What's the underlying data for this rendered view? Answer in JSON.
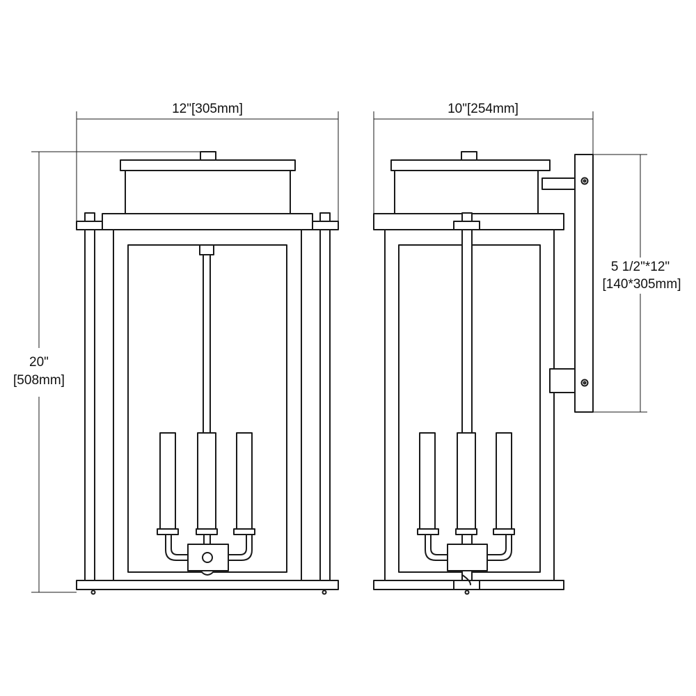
{
  "dimensions": {
    "front_width": "12\"[305mm]",
    "side_depth": "10\"[254mm]",
    "height_line1": "20\"",
    "height_line2": "[508mm]",
    "backplate_line1": "5 1/2\"*12\"",
    "backplate_line2": "[140*305mm]"
  },
  "colors": {
    "line": "#1a1a1a",
    "background": "#ffffff"
  }
}
